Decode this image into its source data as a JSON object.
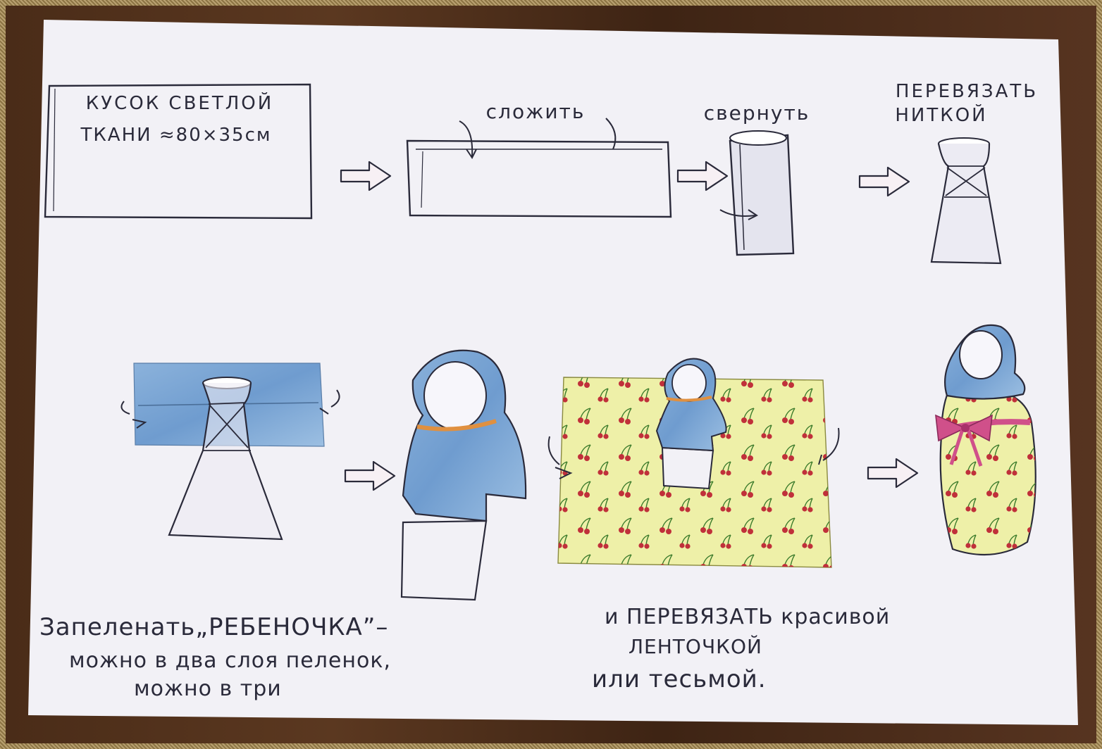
{
  "captions": {
    "step1_line1": "КУСОК СВЕТЛОЙ",
    "step1_line2": "ТКАНИ ≈80×35см",
    "step2": "сложить",
    "step3": "свернуть",
    "step4_line1": "ПЕРЕВЯЗАТЬ",
    "step4_line2": "НИТКОЙ",
    "bottom_left_line1": "Запеленать„РЕБЕНОЧКА”–",
    "bottom_left_line2": "можно в два слоя пеленок,",
    "bottom_left_line3": "можно в три",
    "bottom_right_line1": "и ПЕРЕВЯЗАТЬ красивой",
    "bottom_right_line2": "ЛЕНТОЧКОЙ",
    "bottom_right_line3": "или тесьмой."
  },
  "colors": {
    "paper": "#f2f1f6",
    "ink": "#2a2a3a",
    "blue_cloth": "#6f9ccf",
    "yellow_cloth": "#eef0a8",
    "cherry": "#c0303a",
    "ribbon": "#d0508a",
    "thread": "#e09040"
  }
}
